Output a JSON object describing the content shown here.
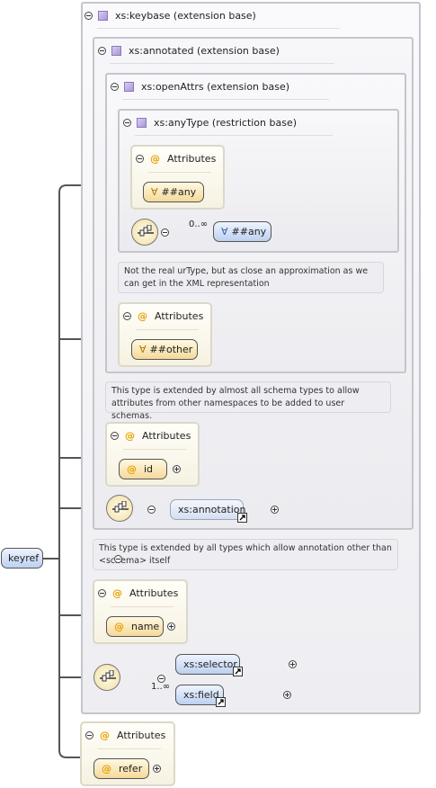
{
  "root": {
    "label": "keyref"
  },
  "keybase": {
    "title": "xs:keybase (extension base)"
  },
  "annotated": {
    "title": "xs:annotated (extension base)"
  },
  "openAttrs": {
    "title": "xs:openAttrs (extension base)"
  },
  "anyType": {
    "title": "xs:anyType (restriction base)",
    "attributes_label": "Attributes",
    "any_attribute": "##any",
    "sequence_occurs": "0..∞",
    "any_element": "##any"
  },
  "annotations": {
    "anyType_note": "Not the real urType, but as close an approximation as we can get in the XML representation",
    "openAttrs_note": "This type is extended by almost all schema types to allow attributes from other namespaces to be added to user schemas.",
    "annotated_note": "This type is extended by all types which allow annotation other than <schema> itself"
  },
  "openAttrs_attributes": {
    "label": "Attributes",
    "any_attribute": "##other"
  },
  "annotated_attributes": {
    "label": "Attributes",
    "item": "id"
  },
  "annotated_sequence": {
    "element": "xs:annotation"
  },
  "keybase_attributes": {
    "label": "Attributes",
    "item": "name"
  },
  "keybase_sequence": {
    "selector": "xs:selector",
    "field": "xs:field",
    "field_occurs": "1..∞"
  },
  "keyref_attributes": {
    "label": "Attributes",
    "item": "refer"
  }
}
